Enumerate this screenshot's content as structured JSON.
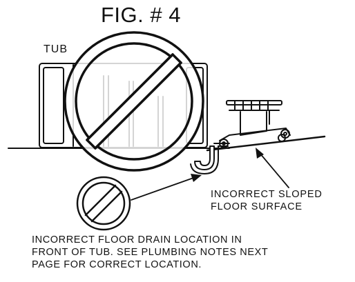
{
  "figure": {
    "title": "FIG. # 4",
    "tub_label": "TUB",
    "slope_label": [
      "INCORRECT SLOPED",
      "FLOOR SURFACE"
    ],
    "note": [
      "INCORRECT FLOOR DRAIN LOCATION IN",
      "FRONT OF TUB. SEE PLUMBING NOTES NEXT",
      "PAGE FOR CORRECT LOCATION."
    ]
  },
  "icons": {
    "large_prohibition": "prohibition-icon",
    "small_prohibition": "prohibition-icon"
  },
  "colors": {
    "ink": "#111111",
    "background": "#ffffff"
  }
}
